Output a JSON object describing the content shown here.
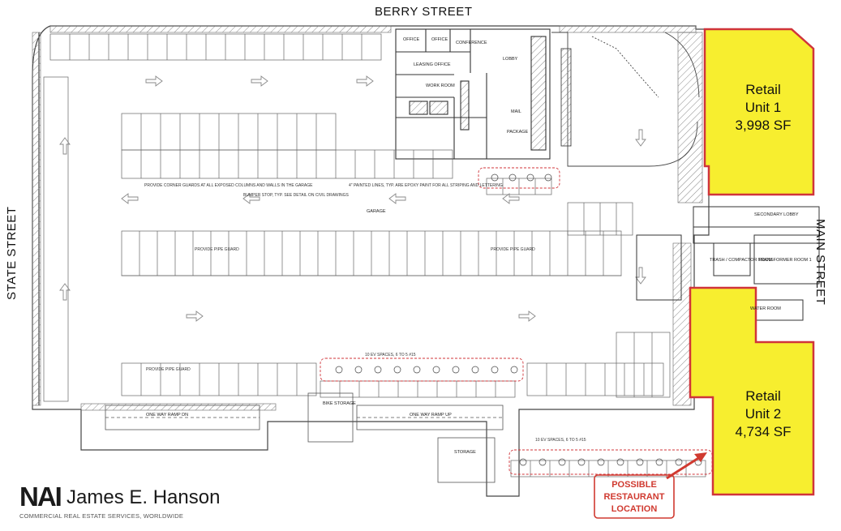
{
  "streets": {
    "north": "BERRY STREET",
    "west": "STATE STREET",
    "east": "MAIN STREET"
  },
  "units": [
    {
      "name": "Retail",
      "unit": "Unit 1",
      "area": "3,998 SF"
    },
    {
      "name": "Retail",
      "unit": "Unit 2",
      "area": "4,734 SF"
    }
  ],
  "callout": {
    "line1": "POSSIBLE",
    "line2": "RESTAURANT",
    "line3": "LOCATION"
  },
  "logo": {
    "mark": "NAI",
    "name": "James E. Hanson",
    "tagline": "COMMERCIAL REAL ESTATE SERVICES, WORLDWIDE"
  },
  "rooms": {
    "office1": "OFFICE",
    "office2": "OFFICE",
    "conference": "CONFERENCE",
    "leasing": "LEASING OFFICE",
    "lobby": "LOBBY",
    "work": "WORK ROOM",
    "mail": "MAIL",
    "package": "PACKAGE",
    "garage": "GARAGE",
    "bike": "BIKE STORAGE",
    "storage": "STORAGE",
    "secondary": "SECONDARY LOBBY",
    "trash": "TRASH / COMPACTOR ROOM",
    "transformer": "TRANSFORMER ROOM 1",
    "water": "WATER ROOM",
    "oneway1": "ONE WAY RAMP DN",
    "oneway2": "ONE WAY RAMP UP"
  },
  "notes": {
    "pipe_guard": "PROVIDE PIPE GUARD",
    "corner_guard": "PROVIDE CORNER GUARDS AT ALL EXPOSED COLUMNS AND WALLS IN THE GARAGE",
    "painted": "4\" PAINTED LINES, TYP. ARE EPOXY PAINT FOR ALL STRIPING AND LETTERING",
    "ev": "10 EV SPACES, 6 TO 5 #15",
    "bumper": "BUMPER STOP, TYP. SEE DETAIL ON CIVIL DRAWINGS"
  },
  "colors": {
    "retail": "#f7ee2f",
    "retail_border": "#d0343a",
    "callout": "#d03a30",
    "line": "#555555"
  }
}
